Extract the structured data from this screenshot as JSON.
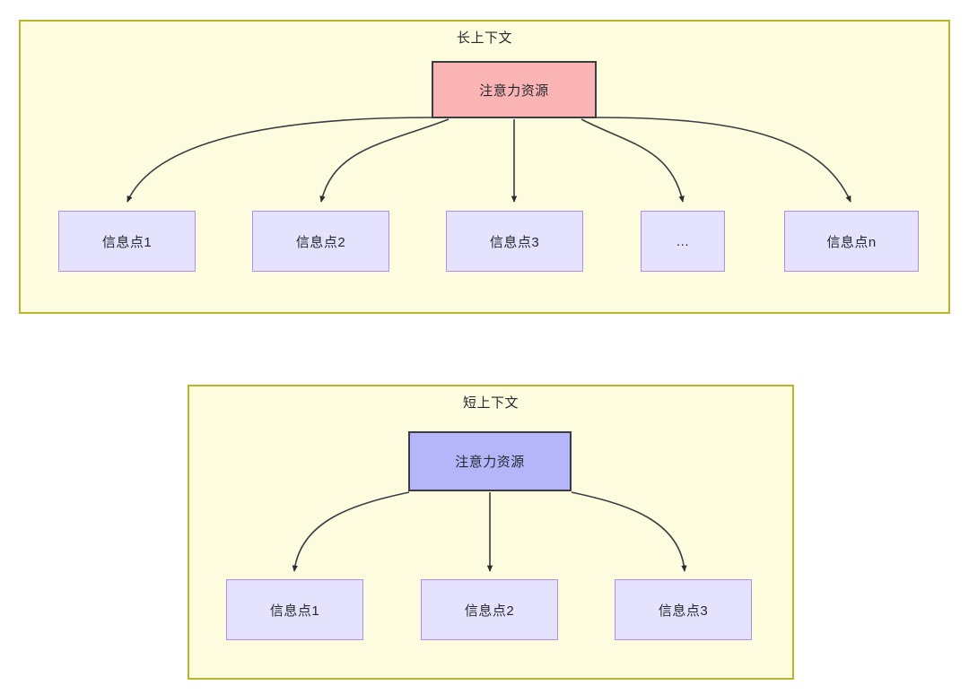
{
  "diagram": {
    "type": "node-link-diagram",
    "background_color": "#ffffff",
    "panels": [
      {
        "id": "long-context",
        "title": "长上下文",
        "panel_fill": "#fdfcdf",
        "panel_border": "#b9b52a",
        "root": {
          "label": "注意力资源",
          "fill": "#fab4b4",
          "border": "#3c3c43"
        },
        "leaves": [
          {
            "label": "信息点1",
            "fill": "#e4e2fc",
            "border": "#b18fe6"
          },
          {
            "label": "信息点2",
            "fill": "#e4e2fc",
            "border": "#b18fe6"
          },
          {
            "label": "信息点3",
            "fill": "#e4e2fc",
            "border": "#b18fe6"
          },
          {
            "label": "...",
            "fill": "#e4e2fc",
            "border": "#b18fe6"
          },
          {
            "label": "信息点n",
            "fill": "#e4e2fc",
            "border": "#b18fe6"
          }
        ]
      },
      {
        "id": "short-context",
        "title": "短上下文",
        "panel_fill": "#fdfcdf",
        "panel_border": "#b9b52a",
        "root": {
          "label": "注意力资源",
          "fill": "#b5b5fa",
          "border": "#3c3c43"
        },
        "leaves": [
          {
            "label": "信息点1",
            "fill": "#e4e2fc",
            "border": "#b18fe6"
          },
          {
            "label": "信息点2",
            "fill": "#e4e2fc",
            "border": "#b18fe6"
          },
          {
            "label": "信息点3",
            "fill": "#e4e2fc",
            "border": "#b18fe6"
          }
        ]
      }
    ]
  }
}
